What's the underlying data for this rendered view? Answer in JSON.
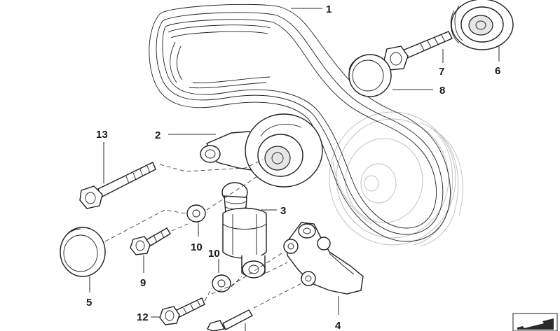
{
  "callouts": [
    {
      "id": "belt",
      "label": "1"
    },
    {
      "id": "idler-bracket",
      "label": "2"
    },
    {
      "id": "damper",
      "label": "3"
    },
    {
      "id": "tensioner-bracket",
      "label": "4"
    },
    {
      "id": "pulley-left",
      "label": "5"
    },
    {
      "id": "pulley-top-right",
      "label": "6"
    },
    {
      "id": "bolt-7",
      "label": "7"
    },
    {
      "id": "cap-8",
      "label": "8"
    },
    {
      "id": "bolt-9",
      "label": "9"
    },
    {
      "id": "washer-10a",
      "label": "10"
    },
    {
      "id": "washer-10b",
      "label": "10"
    },
    {
      "id": "bolt-12",
      "label": "12"
    },
    {
      "id": "bolt-13",
      "label": "13"
    }
  ],
  "icons": {
    "corner": "catalog-corner-icon"
  }
}
